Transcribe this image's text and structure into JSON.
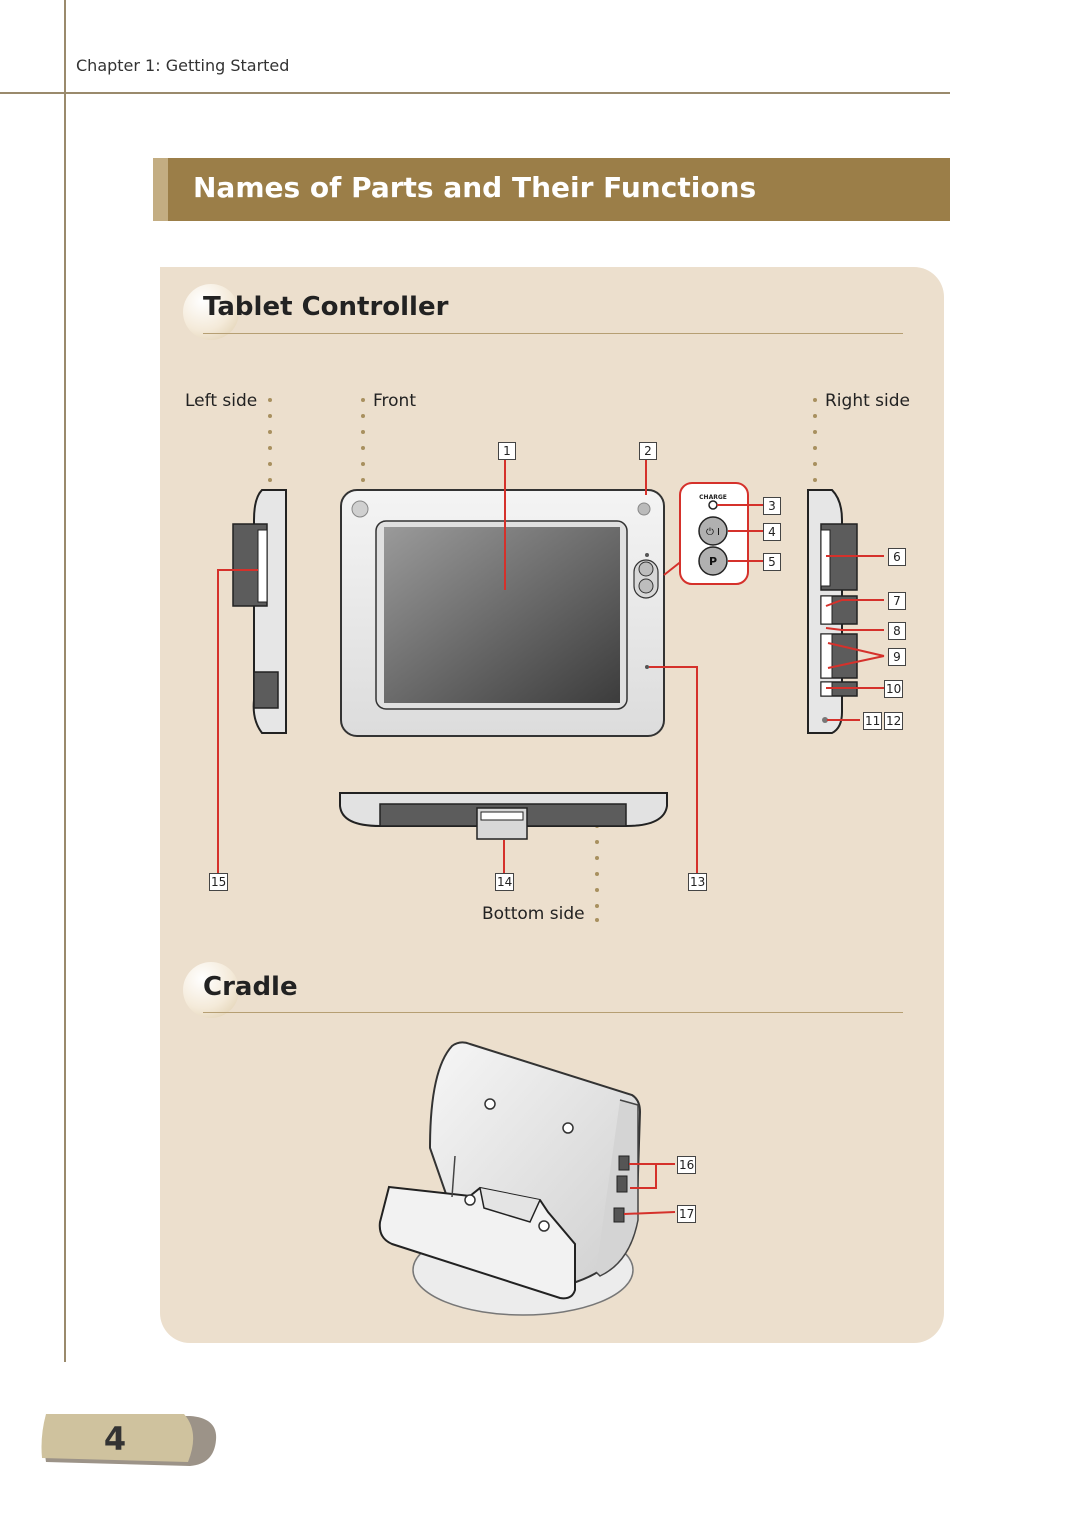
{
  "header": {
    "chapter": "Chapter 1: Getting Started"
  },
  "banner": {
    "title": "Names of Parts and Their Functions"
  },
  "tablet": {
    "heading": "Tablet Controller",
    "views": {
      "left": "Left side",
      "front": "Front",
      "right": "Right side",
      "bottom": "Bottom side"
    },
    "button_labels": {
      "charge": "CHARGE",
      "power": "⏻ I",
      "p": "P"
    },
    "callouts": [
      "1",
      "2",
      "3",
      "4",
      "5",
      "6",
      "7",
      "8",
      "9",
      "10",
      "11",
      "12",
      "13",
      "14",
      "15"
    ]
  },
  "cradle": {
    "heading": "Cradle",
    "callouts": [
      "16",
      "17"
    ]
  },
  "footer": {
    "page": "4"
  },
  "colors": {
    "banner": "#9b7e48",
    "panel": "#ecdfcd",
    "callout_line": "#d5312b"
  }
}
